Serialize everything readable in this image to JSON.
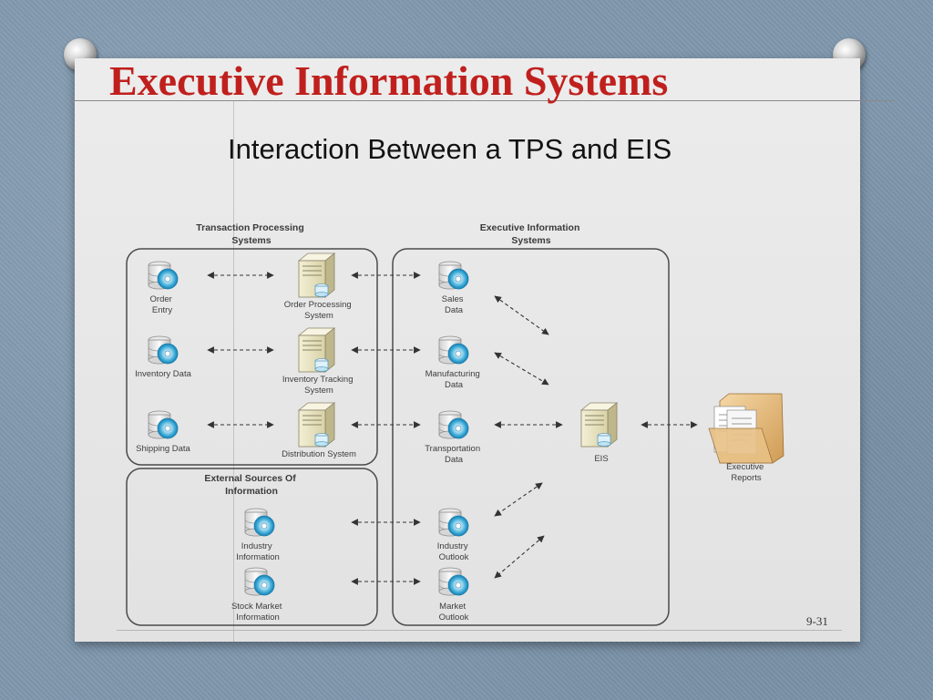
{
  "slide": {
    "title": "Executive Information Systems",
    "subtitle": "Interaction Between a TPS and EIS",
    "page_number": "9-31"
  },
  "diagram": {
    "tps_header": [
      "Transaction Processing",
      "Systems"
    ],
    "eis_header": [
      "Executive Information",
      "Systems"
    ],
    "external_header": [
      "External Sources Of",
      "Information"
    ],
    "order_entry": [
      "Order",
      "Entry"
    ],
    "inventory_data": [
      "Inventory Data"
    ],
    "shipping_data": [
      "Shipping Data"
    ],
    "order_processing": [
      "Order Processing",
      "System"
    ],
    "inventory_tracking": [
      "Inventory Tracking",
      "System"
    ],
    "distribution_system": [
      "Distribution System"
    ],
    "sales_data": [
      "Sales",
      "Data"
    ],
    "manufacturing_data": [
      "Manufacturing",
      "Data"
    ],
    "transportation_data": [
      "Transportation",
      "Data"
    ],
    "industry_outlook": [
      "Industry",
      "Outlook"
    ],
    "market_outlook": [
      "Market",
      "Outlook"
    ],
    "industry_information": [
      "Industry",
      "Information"
    ],
    "stock_market_information": [
      "Stock Market",
      "Information"
    ],
    "eis": [
      "EIS"
    ],
    "executive_reports": [
      "Executive",
      "Reports"
    ],
    "icons": {
      "database": "database-icon",
      "server": "server-icon",
      "reports": "folder-documents-icon"
    },
    "colors": {
      "title": "#c0201d",
      "disk": "#4fb3dc",
      "server": "#e7e1bd"
    }
  }
}
